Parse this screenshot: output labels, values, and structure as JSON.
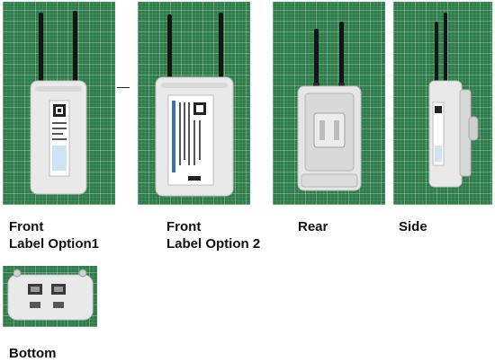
{
  "colors": {
    "mat": "#2e7d4a",
    "device": "#e9e9e9",
    "antenna": "#151515",
    "text": "#111111"
  },
  "views": [
    {
      "id": "front-1",
      "lines": [
        "Front",
        "Label Option1"
      ]
    },
    {
      "id": "front-2",
      "lines": [
        "Front",
        "Label Option 2"
      ]
    },
    {
      "id": "rear",
      "lines": [
        "Rear"
      ]
    },
    {
      "id": "side",
      "lines": [
        "Side"
      ]
    },
    {
      "id": "bottom",
      "lines": [
        "Bottom"
      ]
    }
  ]
}
